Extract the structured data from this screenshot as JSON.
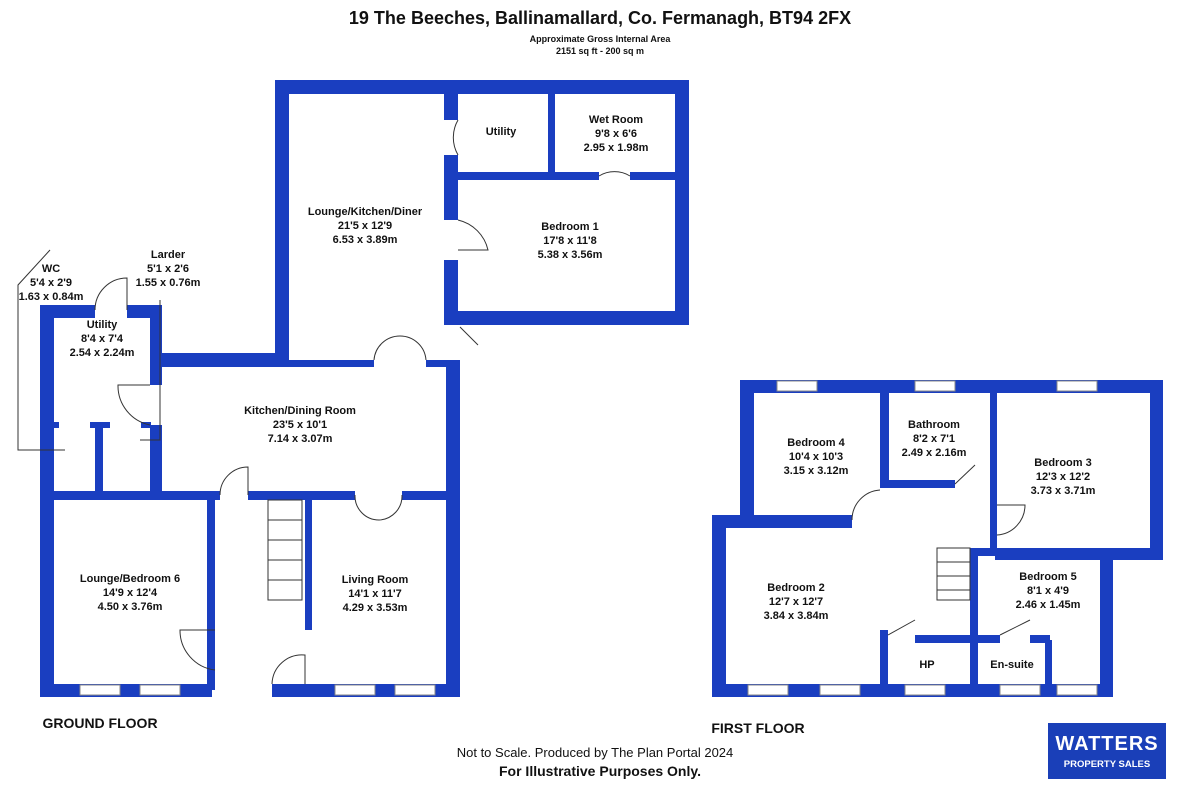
{
  "header": {
    "title": "19 The Beeches, Ballinamallard, Co. Fermanagh, BT94 2FX",
    "area_label": "Approximate Gross Internal Area",
    "area_value": "2151 sq ft - 200 sq m"
  },
  "colors": {
    "wall": "#1a3ec0",
    "window": "#ffffff"
  },
  "ground_floor": {
    "label": "GROUND FLOOR",
    "rooms": [
      {
        "name": "Lounge/Kitchen/Diner",
        "imperial": "21'5 x 12'9",
        "metric": "6.53 x 3.89m"
      },
      {
        "name": "Utility",
        "imperial": "",
        "metric": ""
      },
      {
        "name": "Wet Room",
        "imperial": "9'8 x 6'6",
        "metric": "2.95 x 1.98m"
      },
      {
        "name": "Bedroom 1",
        "imperial": "17'8 x 11'8",
        "metric": "5.38 x 3.56m"
      },
      {
        "name": "WC",
        "imperial": "5'4 x 2'9",
        "metric": "1.63 x 0.84m"
      },
      {
        "name": "Larder",
        "imperial": "5'1 x 2'6",
        "metric": "1.55 x 0.76m"
      },
      {
        "name": "Utility",
        "imperial": "8'4 x 7'4",
        "metric": "2.54 x 2.24m"
      },
      {
        "name": "Kitchen/Dining Room",
        "imperial": "23'5 x 10'1",
        "metric": "7.14 x 3.07m"
      },
      {
        "name": "Lounge/Bedroom 6",
        "imperial": "14'9 x 12'4",
        "metric": "4.50 x 3.76m"
      },
      {
        "name": "Living Room",
        "imperial": "14'1 x 11'7",
        "metric": "4.29 x 3.53m"
      }
    ]
  },
  "first_floor": {
    "label": "FIRST FLOOR",
    "rooms": [
      {
        "name": "Bedroom 4",
        "imperial": "10'4 x 10'3",
        "metric": "3.15 x 3.12m"
      },
      {
        "name": "Bathroom",
        "imperial": "8'2 x 7'1",
        "metric": "2.49 x 2.16m"
      },
      {
        "name": "Bedroom 3",
        "imperial": "12'3 x 12'2",
        "metric": "3.73 x 3.71m"
      },
      {
        "name": "Bedroom 2",
        "imperial": "12'7 x 12'7",
        "metric": "3.84 x 3.84m"
      },
      {
        "name": "Bedroom 5",
        "imperial": "8'1 x 4'9",
        "metric": "2.46 x 1.45m"
      },
      {
        "name": "HP",
        "imperial": "",
        "metric": ""
      },
      {
        "name": "En-suite",
        "imperial": "",
        "metric": ""
      }
    ]
  },
  "footer": {
    "note": "Not to Scale. Produced by The Plan Portal 2024",
    "disclaimer": "For Illustrative Purposes Only."
  },
  "logo": {
    "name": "WATTERS",
    "tagline": "PROPERTY SALES"
  }
}
